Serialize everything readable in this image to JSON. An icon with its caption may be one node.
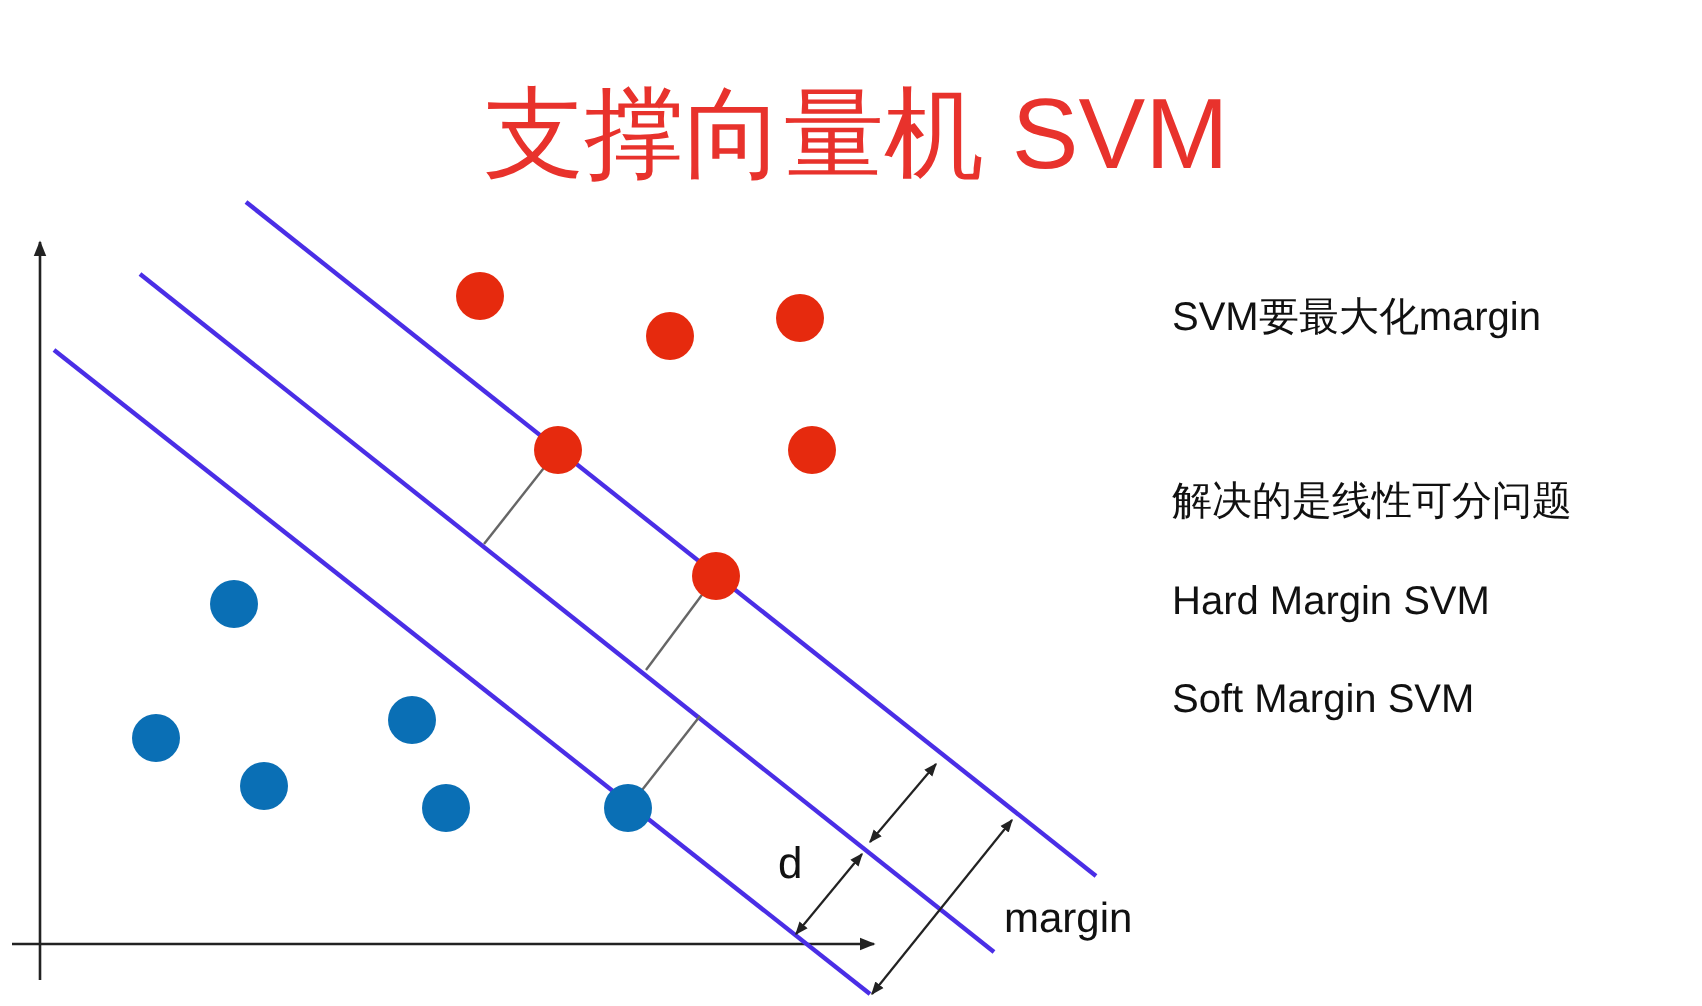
{
  "diagram": {
    "title": "支撑向量机 SVM",
    "labels": [
      "SVM要最大化margin",
      "解决的是线性可分问题",
      "Hard Margin SVM",
      "Soft Margin SVM",
      "d",
      "margin"
    ]
  }
}
